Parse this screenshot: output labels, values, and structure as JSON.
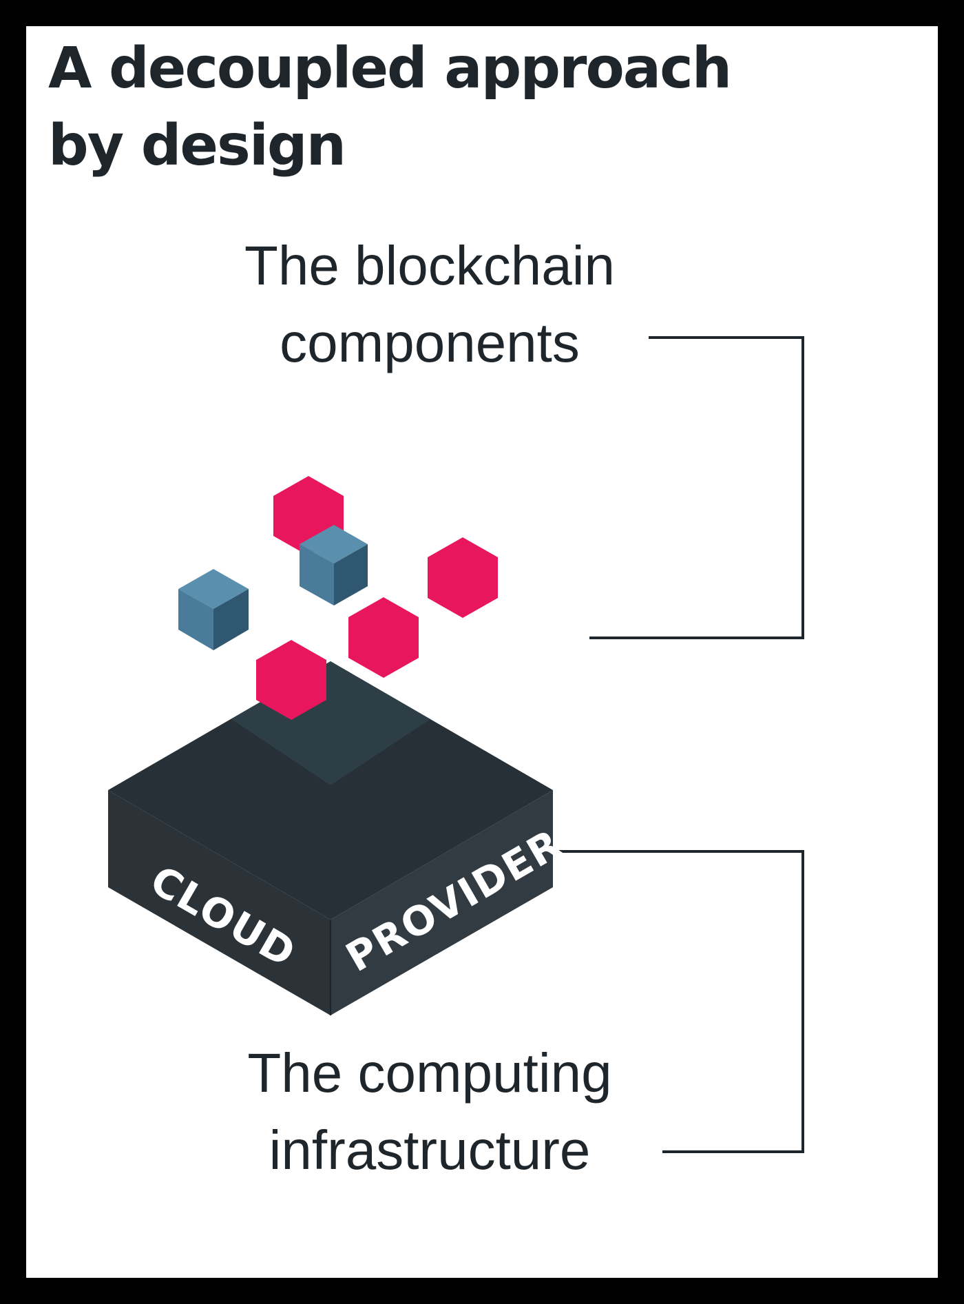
{
  "title": {
    "line1": "A decoupled approach",
    "line2": "by design"
  },
  "blockchain_label": {
    "line1": "The blockchain",
    "line2": "components"
  },
  "infrastructure_label": {
    "line1": "The computing",
    "line2": "infrastructure"
  },
  "box": {
    "left_face_text": "CLOUD",
    "right_face_text": "PROVIDER"
  },
  "colors": {
    "background": "#ffffff",
    "frame": "#000000",
    "text": "#1f262b",
    "hexagon": "#e8175d",
    "cube": "#4a7c99",
    "box": "#2a3238",
    "line": "#1f262b"
  }
}
